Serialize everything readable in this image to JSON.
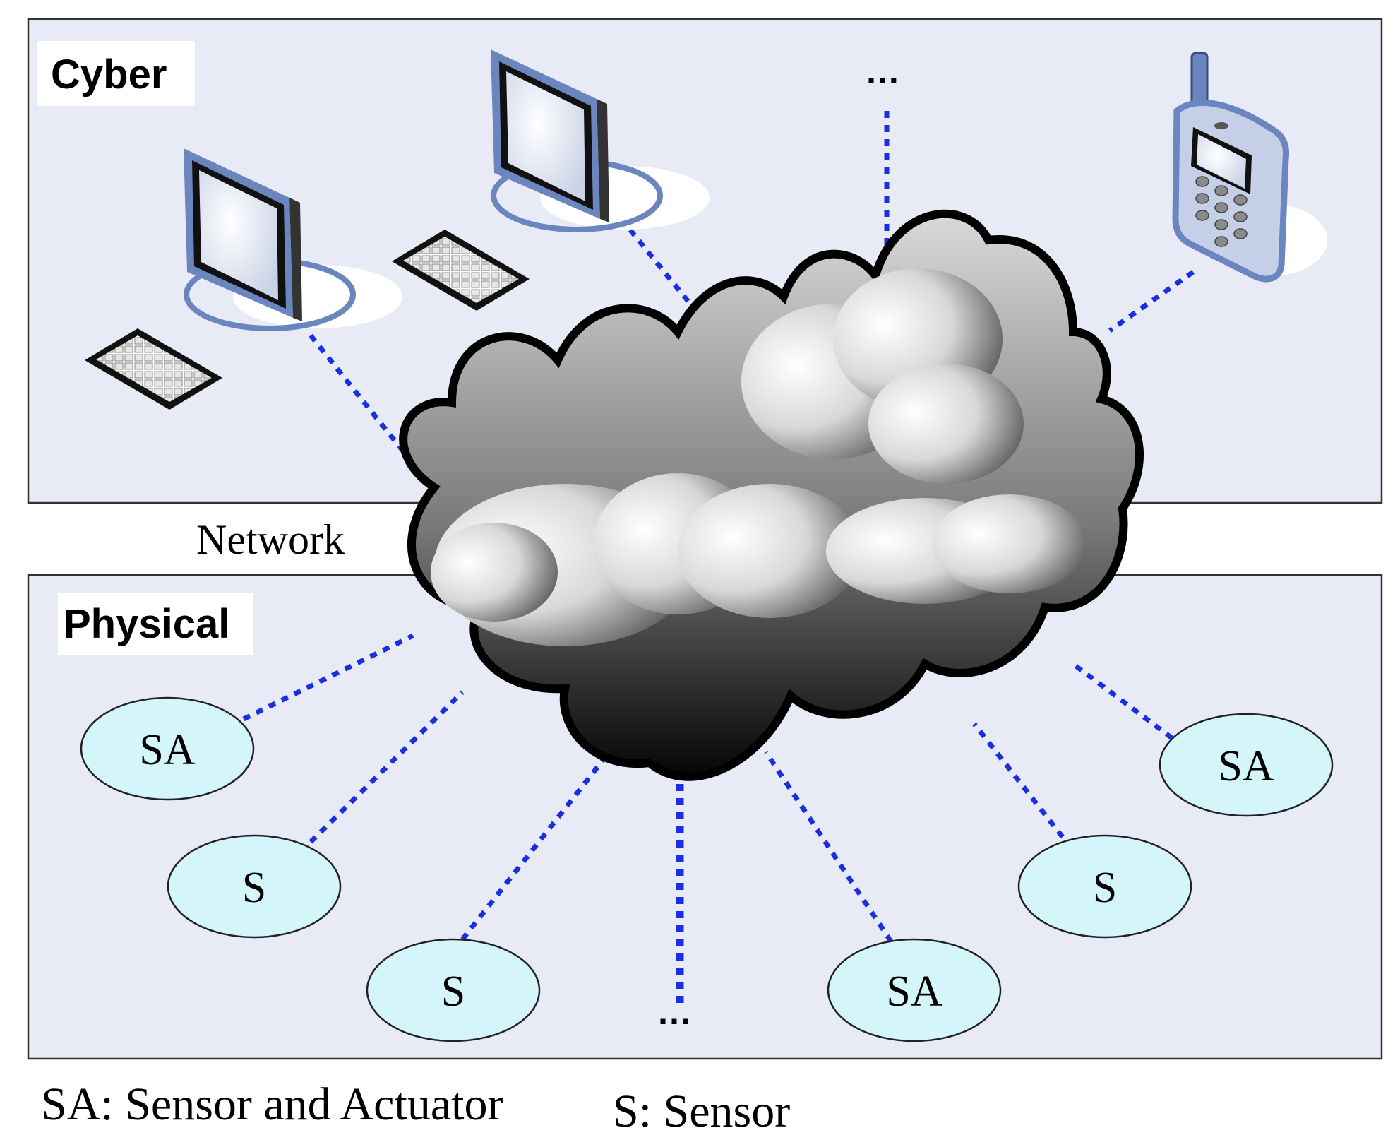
{
  "zones": {
    "cyber_label": "Cyber",
    "physical_label": "Physical"
  },
  "network_label": "Network",
  "ellipsis_top": "…",
  "ellipsis_bottom": "…",
  "nodes": [
    {
      "id": "sa-1",
      "text": "SA"
    },
    {
      "id": "s-1",
      "text": "S"
    },
    {
      "id": "s-2",
      "text": "S"
    },
    {
      "id": "sa-2",
      "text": "SA"
    },
    {
      "id": "s-3",
      "text": "S"
    },
    {
      "id": "sa-3",
      "text": "SA"
    }
  ],
  "legend": {
    "sa": "SA: Sensor and Actuator",
    "s": "S: Sensor"
  },
  "devices": [
    {
      "name": "desktop-computer-icon"
    },
    {
      "name": "desktop-computer-icon"
    },
    {
      "name": "mobile-phone-icon"
    }
  ],
  "colors": {
    "zone_fill": "#e8ebf5",
    "link": "#1a2fe0",
    "node_fill": "#d4f6fb",
    "device_outline": "#6b86bf"
  }
}
